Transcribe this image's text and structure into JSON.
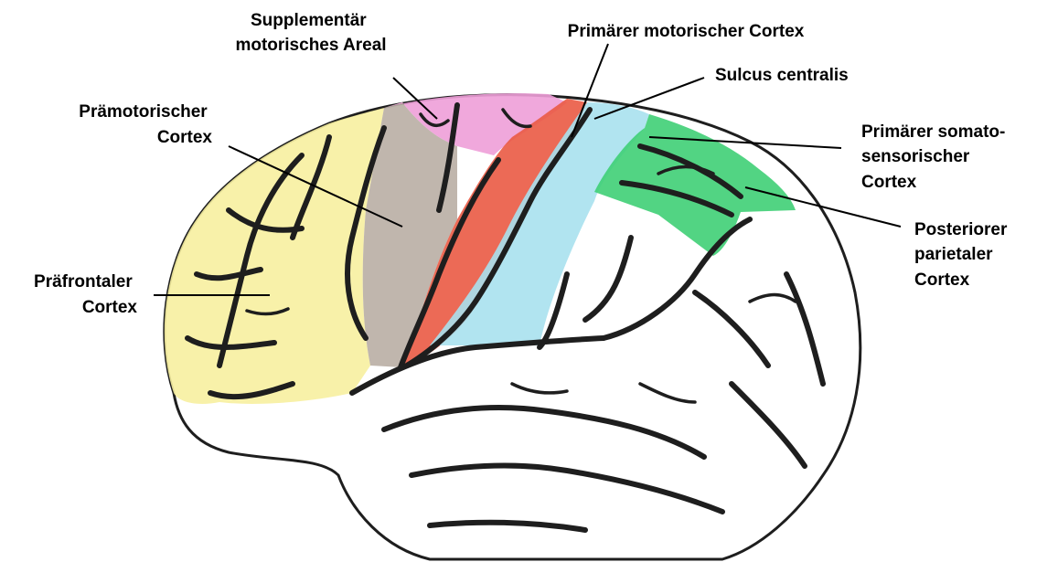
{
  "labels": {
    "sma": [
      "Supplementär",
      "motorisches Areal"
    ],
    "m1": [
      "Primärer motorischer Cortex"
    ],
    "sulcus": [
      "Sulcus centralis"
    ],
    "premotor": [
      "Prämotorischer",
      "Cortex"
    ],
    "s1": [
      "Primärer somato-",
      "sensorischer",
      "Cortex"
    ],
    "ppc": [
      "Posteriorer",
      "parietaler",
      "Cortex"
    ],
    "pfc": [
      "Präfrontaler",
      "Cortex"
    ]
  },
  "colors": {
    "prefrontal": "#f7f0a0",
    "premotor": "#b9aea4",
    "sma": "#ee9fd8",
    "motor": "#ea5a44",
    "somatosensory": "#a9e1ee",
    "parietal": "#3fcf75",
    "outline": "#1e1e1e",
    "background": "#ffffff"
  }
}
